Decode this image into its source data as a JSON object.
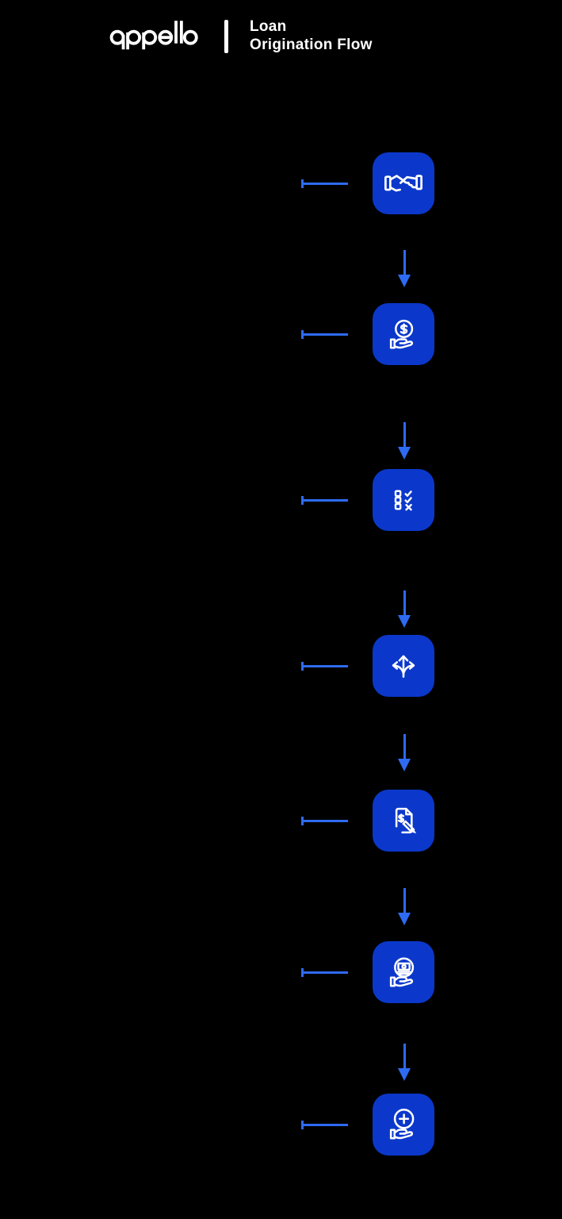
{
  "header": {
    "logo": "appello",
    "divider": "|",
    "title_line1": "Loan",
    "title_line2": "Origination Flow"
  },
  "colors": {
    "background": "#000000",
    "tile_blue": "#0b38cb",
    "connector_blue": "#2e6bf2",
    "icon_white": "#ffffff"
  },
  "flow": {
    "direction": "vertical",
    "steps": [
      {
        "icon": "handshake-icon"
      },
      {
        "icon": "hand-holding-dollar-coin-icon"
      },
      {
        "icon": "checklist-icon"
      },
      {
        "icon": "split-arrows-icon"
      },
      {
        "icon": "document-dollar-pen-icon"
      },
      {
        "icon": "hand-holding-cash-icon"
      },
      {
        "icon": "hand-holding-plus-icon"
      }
    ]
  }
}
